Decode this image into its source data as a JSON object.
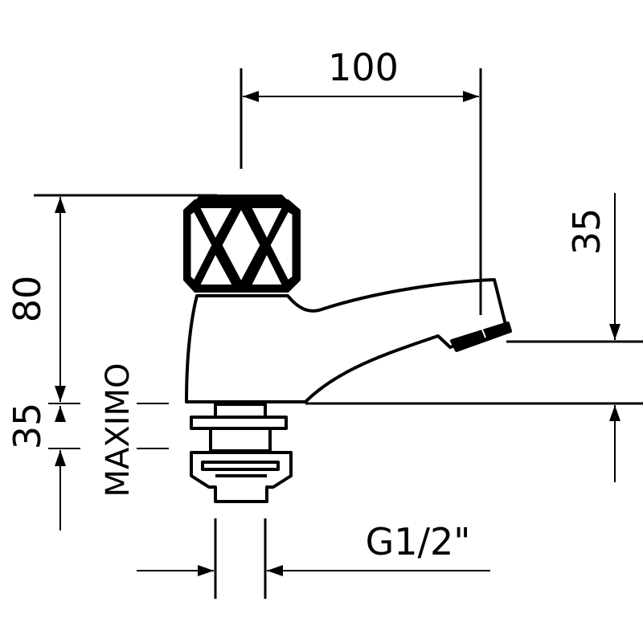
{
  "dimensions": {
    "width": "100",
    "spout_height": "35",
    "total_height": "80",
    "thread_length": "35",
    "max_note": "MAXIMO",
    "thread_size": "G1/2\""
  },
  "colors": {
    "line": "#000000",
    "background": "#ffffff"
  }
}
